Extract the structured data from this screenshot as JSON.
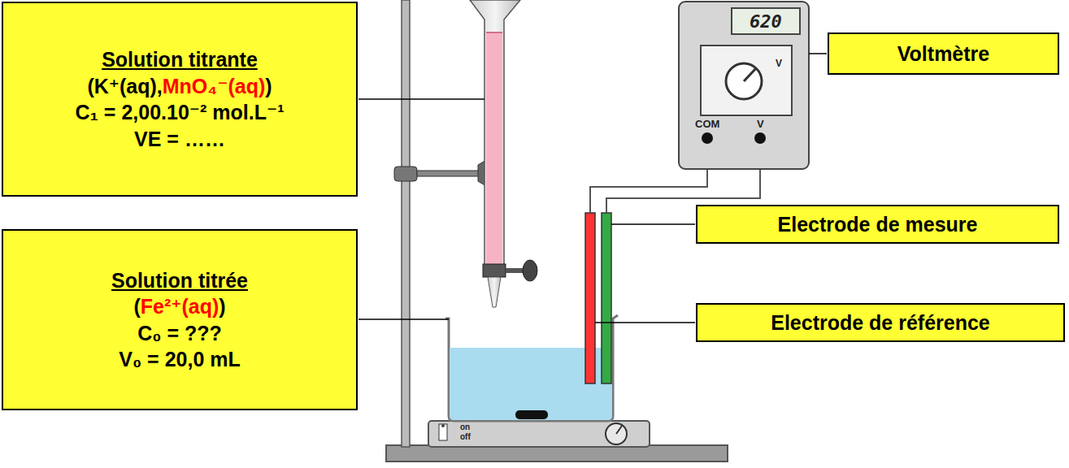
{
  "diagram": {
    "nodes": [
      {
        "text": [
          "Solution titrante",
          "(K⁺(aq),",
          "MnO₄⁻(aq)",
          ")",
          "C₁ = 2,00.10⁻² mol.L⁻¹",
          "VE =  ……"
        ]
      },
      {
        "text": [
          "Solution titrée",
          "(",
          "Fe²⁺(aq)",
          ")",
          "C₀ = ???",
          "V₀ =  20,0 mL"
        ]
      },
      {
        "text": [
          "Voltmètre"
        ]
      },
      {
        "text": [
          "Electrode de mesure"
        ]
      },
      {
        "text": [
          "Electrode de référence"
        ]
      }
    ],
    "edges": [],
    "labels": [
      "620",
      "V",
      "COM",
      "V",
      "on",
      "off"
    ]
  }
}
